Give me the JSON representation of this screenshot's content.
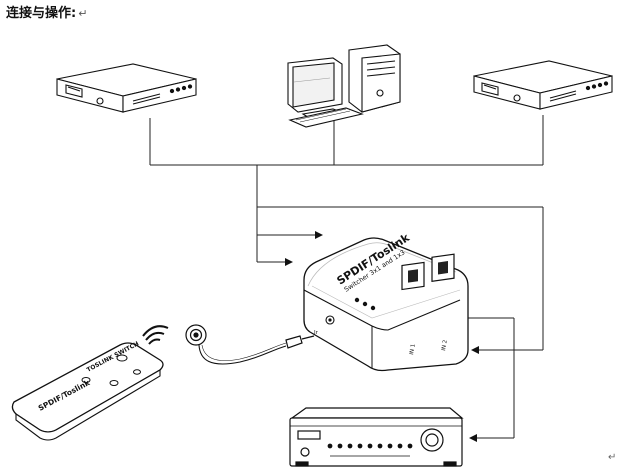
{
  "heading": {
    "text": "连接与操作:",
    "return_mark": "↵"
  },
  "sources": [
    {
      "name": "dvd-player-left",
      "icon": "dvd-player-icon"
    },
    {
      "name": "desktop-computer",
      "icon": "desktop-computer-icon"
    },
    {
      "name": "dvd-player-right",
      "icon": "dvd-player-icon"
    }
  ],
  "switch_box": {
    "icon": "spdif-toslink-switch-icon",
    "brand_label": "SPDIF/Toslink",
    "model_label": "Switcher 3x1 and 1x3",
    "port_labels": {
      "ir": "Ir",
      "port1": "IN 1",
      "port2": "IN 2"
    }
  },
  "remote": {
    "icon": "ir-remote-control-icon",
    "label_top": "TOSLINK SWITCH",
    "label_bottom": "SPDIF/Toslink"
  },
  "ir_receiver": {
    "icon": "ir-receiver-eye-icon"
  },
  "receiver": {
    "icon": "av-receiver-icon"
  },
  "footer": {
    "return_mark": "↵"
  }
}
